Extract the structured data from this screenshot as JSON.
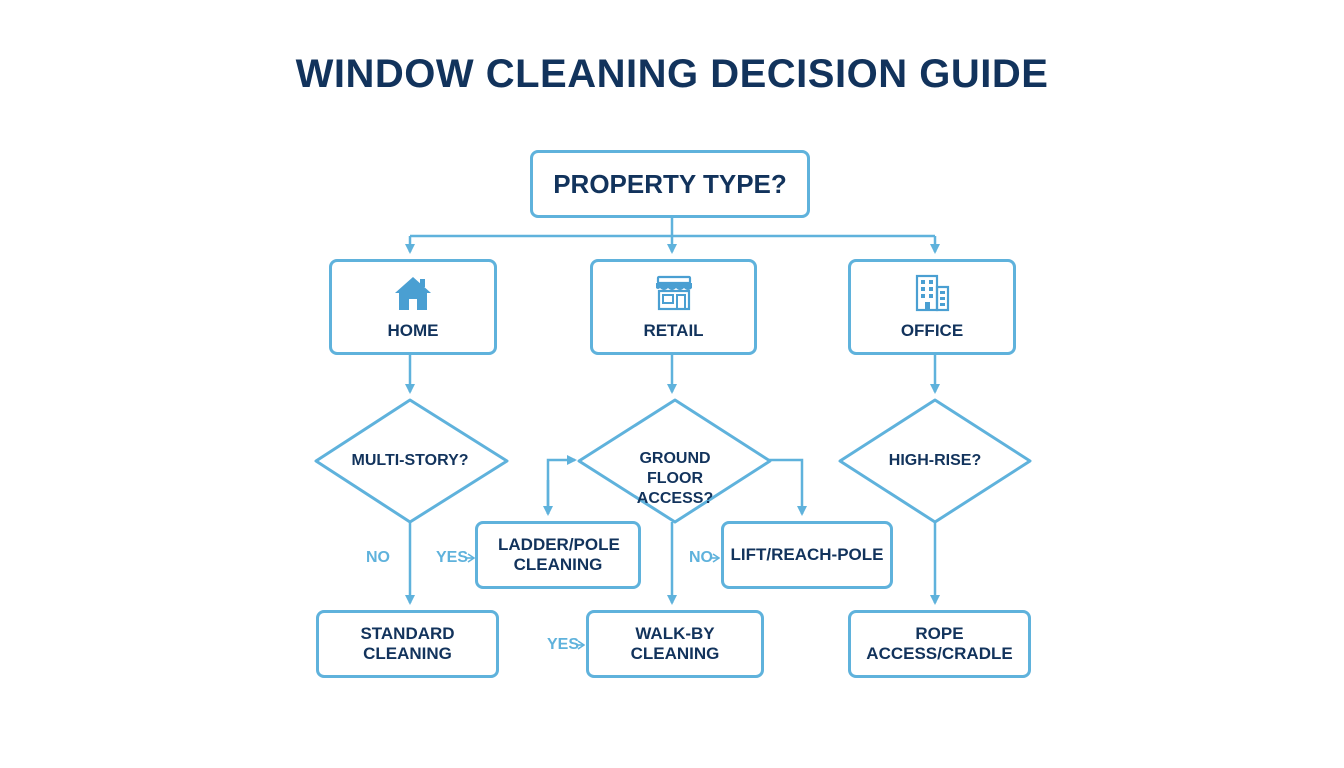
{
  "colors": {
    "stroke": "#5fb2dc",
    "text": "#12335c",
    "edge_label": "#5fb2dc",
    "icon": "#4a9fd2"
  },
  "title": "WINDOW CLEANING DECISION GUIDE",
  "root": {
    "label": "PROPERTY TYPE?"
  },
  "categories": [
    {
      "label": "HOME",
      "icon": "house-icon"
    },
    {
      "label": "RETAIL",
      "icon": "storefront-icon"
    },
    {
      "label": "OFFICE",
      "icon": "office-building-icon"
    }
  ],
  "decisions": {
    "home": "MULTI-STORY?",
    "retail": "GROUND FLOOR ACCESS?",
    "office": "HIGH-RISE?"
  },
  "outcomes": {
    "standard": "STANDARD CLEANING",
    "ladder": "LADDER/POLE CLEANING",
    "walk_by": "WALK-BY CLEANING",
    "lift": "LIFT/REACH-POLE",
    "rope": "ROPE ACCESS/CRADLE"
  },
  "edge_labels": {
    "no": "NO",
    "yes": "YES"
  }
}
